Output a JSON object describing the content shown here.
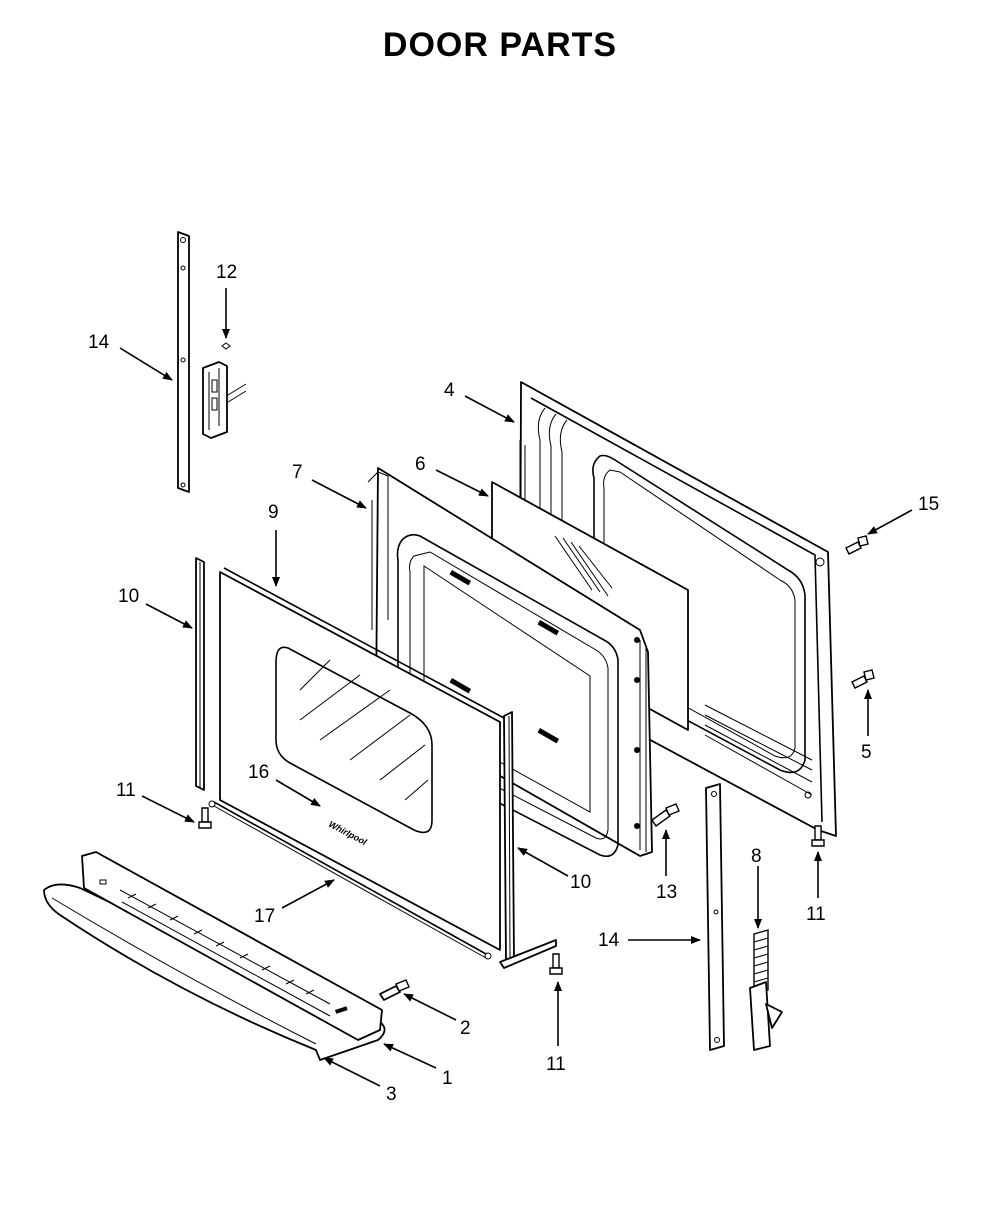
{
  "title": "DOOR PARTS",
  "callouts": [
    "12",
    "14",
    "4",
    "7",
    "6",
    "15",
    "9",
    "10",
    "5",
    "11",
    "16",
    "10",
    "13",
    "17",
    "14",
    "8",
    "11",
    "2",
    "11",
    "1",
    "3"
  ],
  "brand_mark": "Whirlpool"
}
